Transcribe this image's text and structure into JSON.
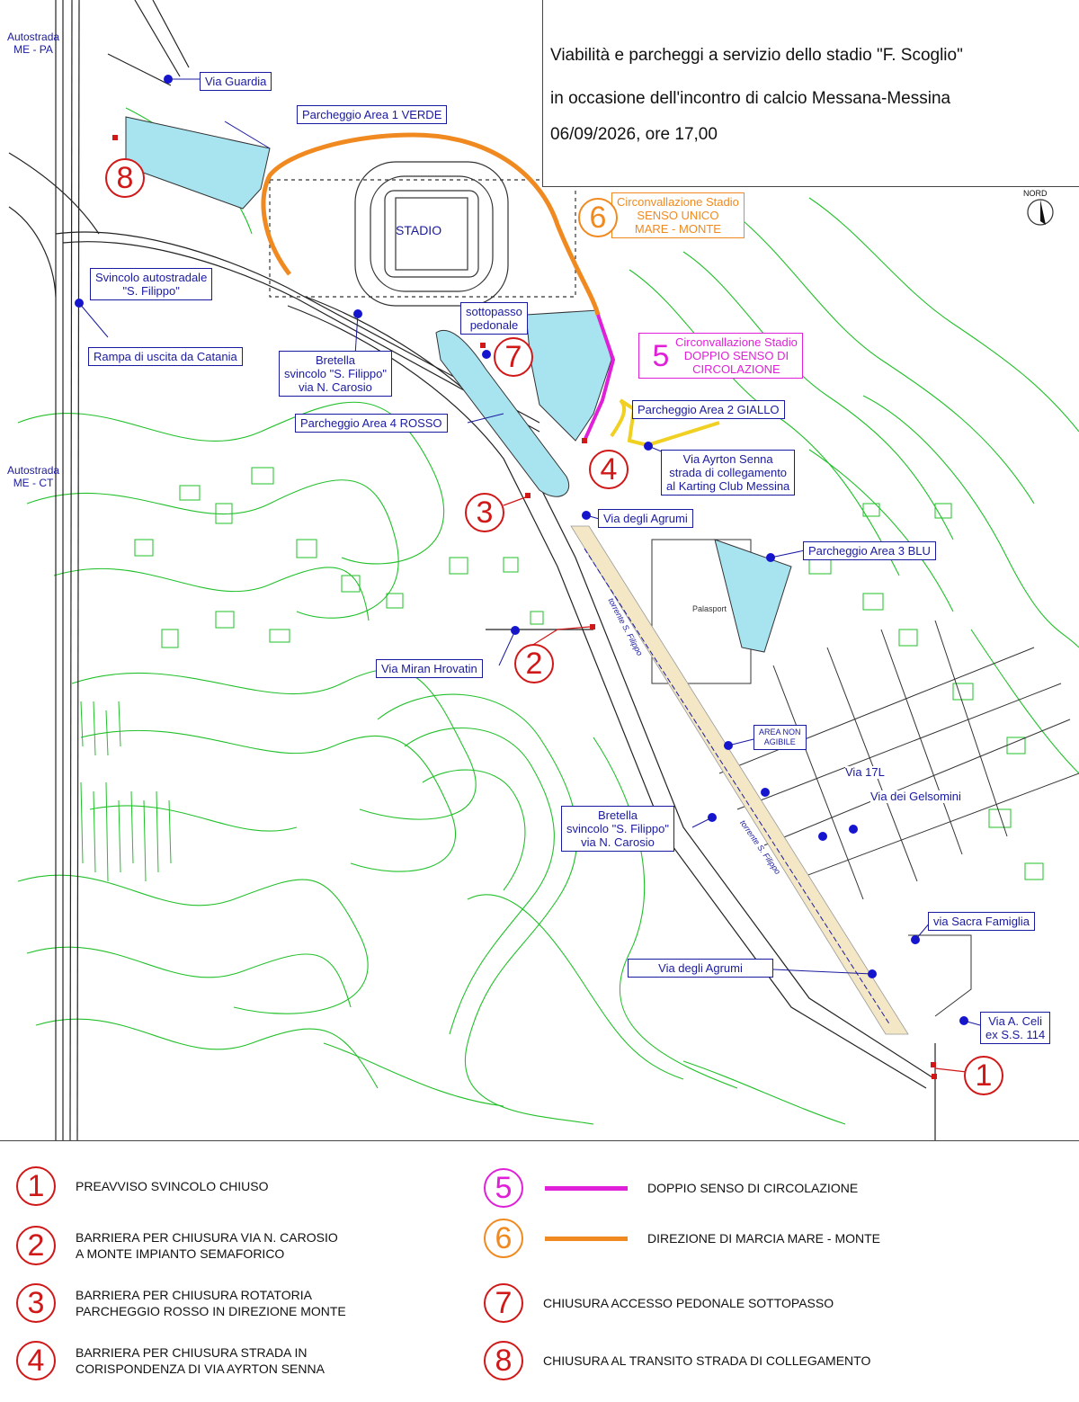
{
  "title": {
    "line1": "Viabilità e parcheggi a servizio dello stadio \"F. Scoglio\"",
    "line2": "in occasione dell'incontro di calcio Messana-Messina",
    "line3": "06/09/2026, ore 17,00"
  },
  "north": "NORD",
  "labels": {
    "autostrada_pa": "Autostrada\nME - PA",
    "autostrada_ct": "Autostrada\nME - CT",
    "via_guardia": "Via Guardia",
    "parcheggio_verde": "Parcheggio Area 1 VERDE",
    "svincolo": "Svincolo autostradale\n\"S. Filippo\"",
    "rampa": "Rampa di uscita da Catania",
    "bretella_1": "Bretella\nsvincolo \"S. Filippo\"\nvia N. Carosio",
    "parcheggio_rosso": "Parcheggio Area 4 ROSSO",
    "sottopasso": "sottopasso\npedonale",
    "stadio": "STADIO",
    "circ_6": "Circonvallazione Stadio\nSENSO UNICO\nMARE - MONTE",
    "circ_5": "Circonvallazione Stadio\nDOPPIO SENSO DI\nCIRCOLAZIONE",
    "parcheggio_giallo": "Parcheggio Area 2 GIALLO",
    "ayrton": "Via Ayrton Senna\nstrada di collegamento\nal Karting Club Messina",
    "via_agrumi_1": "Via degli Agrumi",
    "parcheggio_blu": "Parcheggio Area 3 BLU",
    "palasport": "Palasport",
    "via_miran": "Via Miran Hrovatin",
    "area_non_agibile": "AREA NON\nAGIBILE",
    "via_17l": "Via 17L",
    "via_gelsomini": "Via dei Gelsomini",
    "bretella_2": "Bretella\nsvincolo \"S. Filippo\"\nvia N. Carosio",
    "via_sacra": "via Sacra Famiglia",
    "via_agrumi_2": "Via degli Agrumi",
    "via_celi": "Via A. Celi\nex S.S. 114",
    "torrente": "torrente S. Filippo"
  },
  "badges": [
    "1",
    "2",
    "3",
    "4",
    "5",
    "6",
    "7",
    "8"
  ],
  "legend": [
    {
      "num": "1",
      "text": "PREAVVISO SVINCOLO CHIUSO",
      "color": "#d01818"
    },
    {
      "num": "2",
      "text": "BARRIERA PER CHIUSURA VIA N. CAROSIO\nA MONTE IMPIANTO SEMAFORICO",
      "color": "#d01818"
    },
    {
      "num": "3",
      "text": "BARRIERA PER CHIUSURA ROTATORIA\nPARCHEGGIO ROSSO IN DIREZIONE MONTE",
      "color": "#d01818"
    },
    {
      "num": "4",
      "text": "BARRIERA PER CHIUSURA STRADA IN\nCORISPONDENZA DI VIA AYRTON SENNA",
      "color": "#d01818"
    },
    {
      "num": "5",
      "text": "DOPPIO SENSO DI CIRCOLAZIONE",
      "color": "#e020d8",
      "line": "#e020d8"
    },
    {
      "num": "6",
      "text": "DIREZIONE DI MARCIA MARE - MONTE",
      "color": "#f08a20",
      "line": "#f08a20"
    },
    {
      "num": "7",
      "text": "CHIUSURA ACCESSO PEDONALE SOTTOPASSO",
      "color": "#d01818"
    },
    {
      "num": "8",
      "text": "CHIUSURA AL TRANSITO STRADA DI COLLEGAMENTO",
      "color": "#d01818"
    }
  ],
  "colors": {
    "contour": "#22c02a",
    "label": "#1a1aa0",
    "parking": "#a8e4f0",
    "red": "#d01818",
    "magenta": "#e020d8",
    "orange": "#f08a20",
    "yellow": "#f0e030"
  }
}
